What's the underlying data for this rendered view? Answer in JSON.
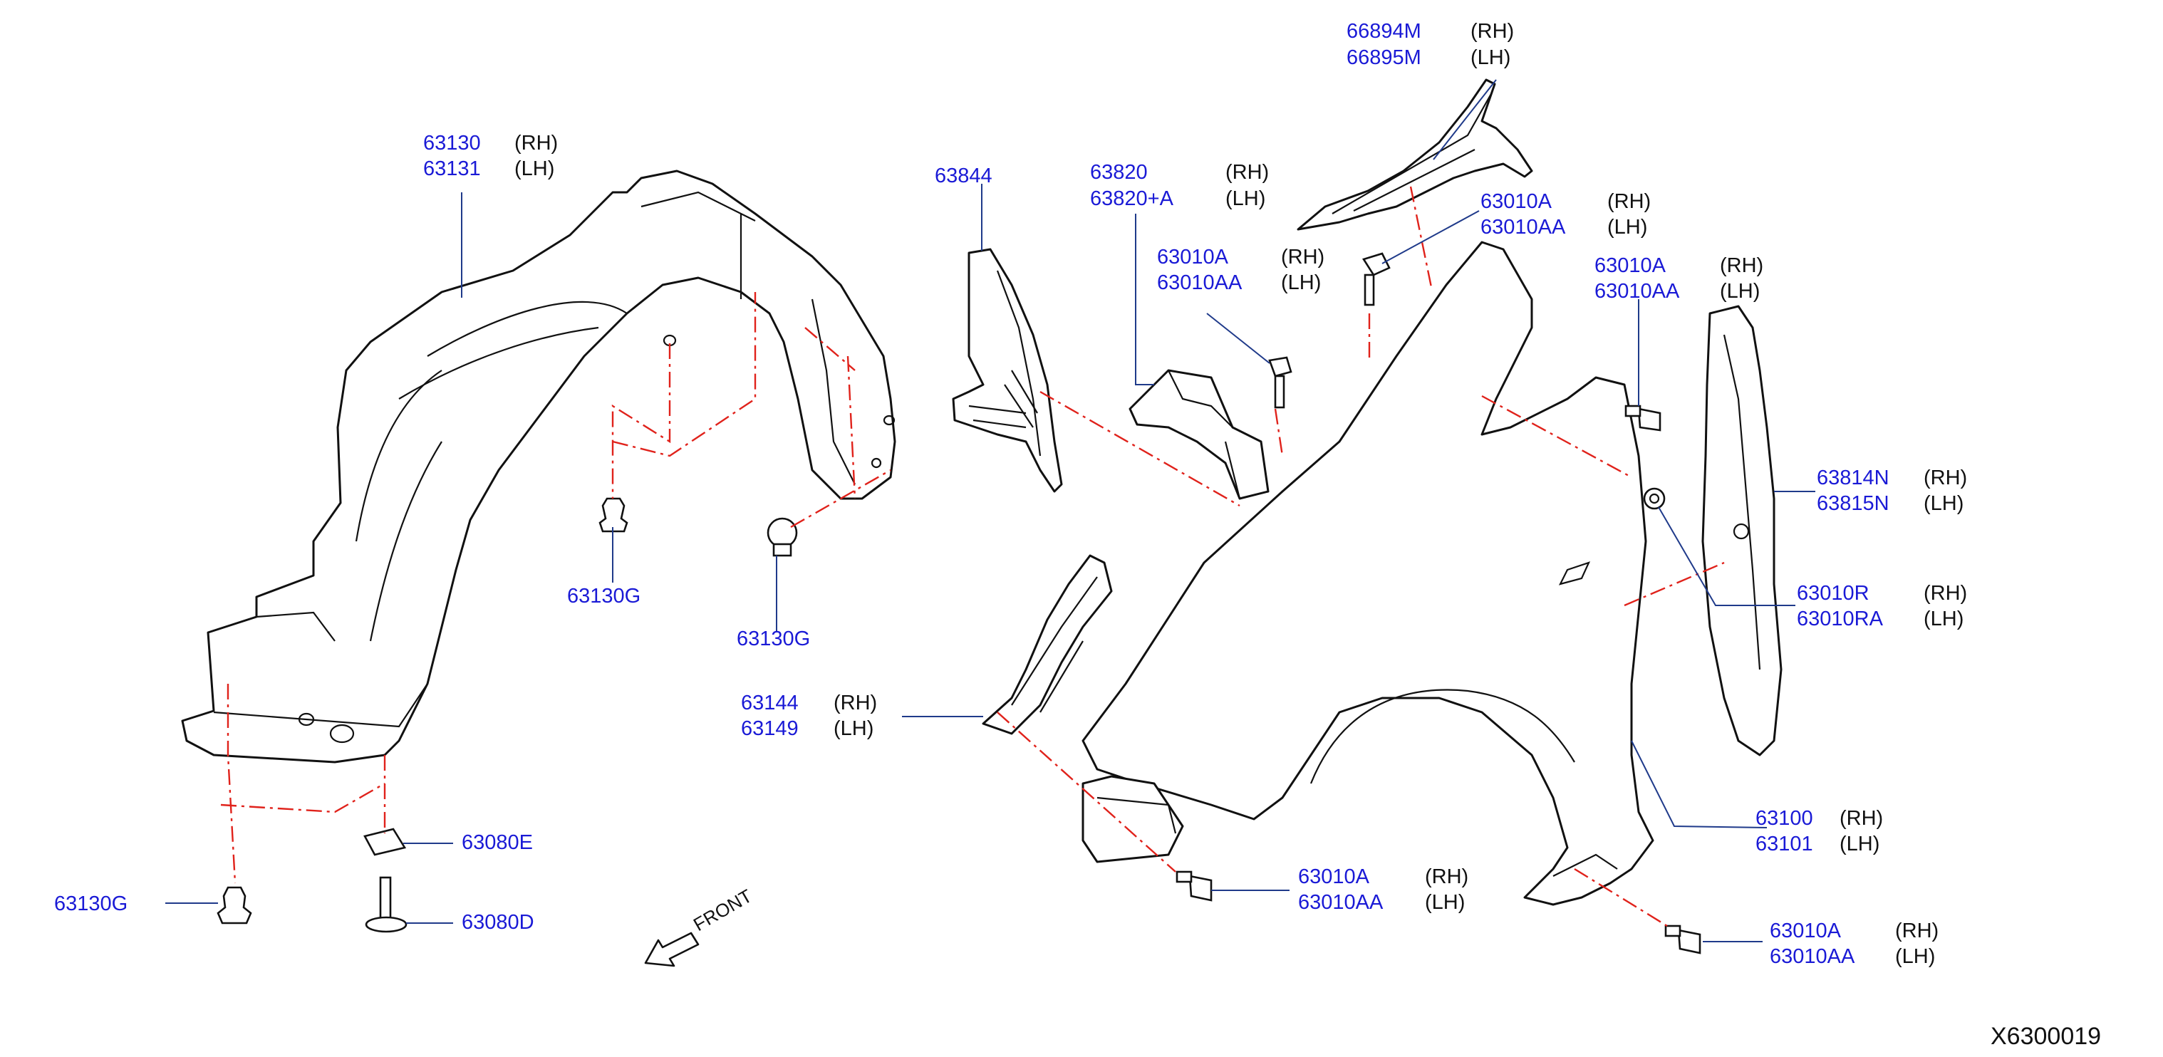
{
  "diagram_id": "X6300019",
  "front_label": "FRONT",
  "callouts": {
    "c66894": {
      "p1": "66894M",
      "p2": "66895M",
      "s1": "(RH)",
      "s2": "(LH)"
    },
    "c63130": {
      "p1": "63130",
      "p2": "63131",
      "s1": "(RH)",
      "s2": "(LH)"
    },
    "c63844": {
      "p1": "63844"
    },
    "c63820": {
      "p1": "63820",
      "p2": "63820+A",
      "s1": "(RH)",
      "s2": "(LH)"
    },
    "c63010_top": {
      "p1": "63010A",
      "p2": "63010AA",
      "s1": "(RH)",
      "s2": "(LH)"
    },
    "c63010_mid": {
      "p1": "63010A",
      "p2": "63010AA",
      "s1": "(RH)",
      "s2": "(LH)"
    },
    "c63010_right": {
      "p1": "63010A",
      "p2": "63010AA",
      "s1": "(RH)",
      "s2": "(LH)"
    },
    "c63814": {
      "p1": "63814N",
      "p2": "63815N",
      "s1": "(RH)",
      "s2": "(LH)"
    },
    "c63010R": {
      "p1": "63010R",
      "p2": "63010RA",
      "s1": "(RH)",
      "s2": "(LH)"
    },
    "c63130g_a": {
      "p1": "63130G"
    },
    "c63130g_b": {
      "p1": "63130G"
    },
    "c63130g_c": {
      "p1": "63130G"
    },
    "c63144": {
      "p1": "63144",
      "p2": "63149",
      "s1": "(RH)",
      "s2": "(LH)"
    },
    "c63100": {
      "p1": "63100",
      "p2": "63101",
      "s1": "(RH)",
      "s2": "(LH)"
    },
    "c63080e": {
      "p1": "63080E"
    },
    "c63080d": {
      "p1": "63080D"
    },
    "c63010_bot": {
      "p1": "63010A",
      "p2": "63010AA",
      "s1": "(RH)",
      "s2": "(LH)"
    },
    "c63010_br": {
      "p1": "63010A",
      "p2": "63010AA",
      "s1": "(RH)",
      "s2": "(LH)"
    }
  },
  "colors": {
    "part_number": "#1a1ad6",
    "leader": "#1f3a8a",
    "hidden_line": "#e0221b",
    "outline": "#111111"
  }
}
